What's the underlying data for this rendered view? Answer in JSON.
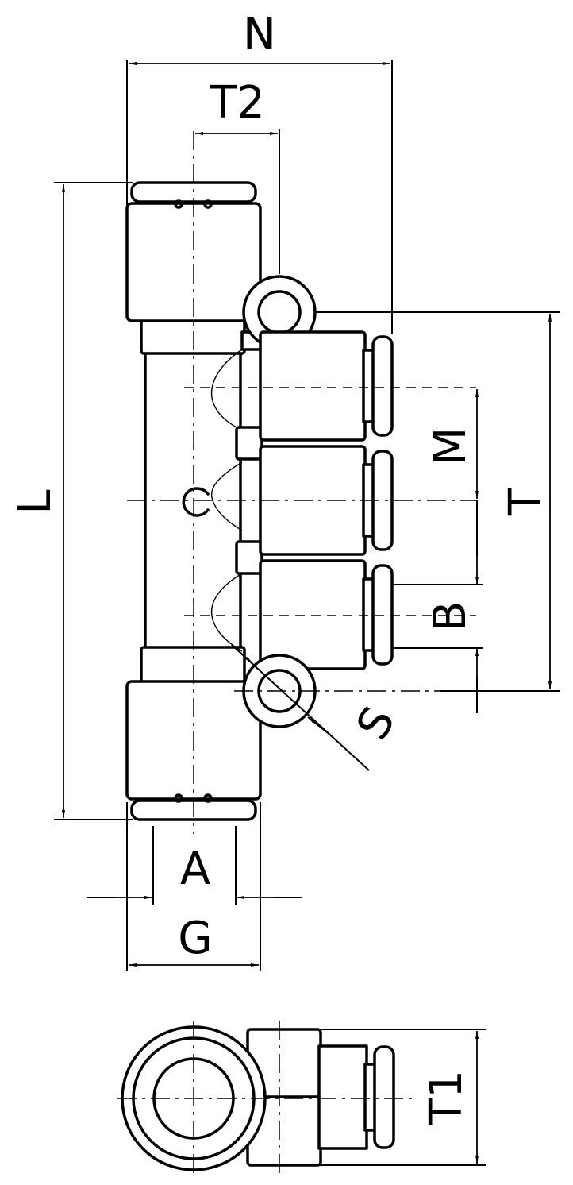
{
  "labels": {
    "N": "N",
    "T2": "T2",
    "L": "L",
    "M": "M",
    "T": "T",
    "B": "B",
    "S": "S",
    "A": "A",
    "G": "G",
    "T1": "T1"
  }
}
